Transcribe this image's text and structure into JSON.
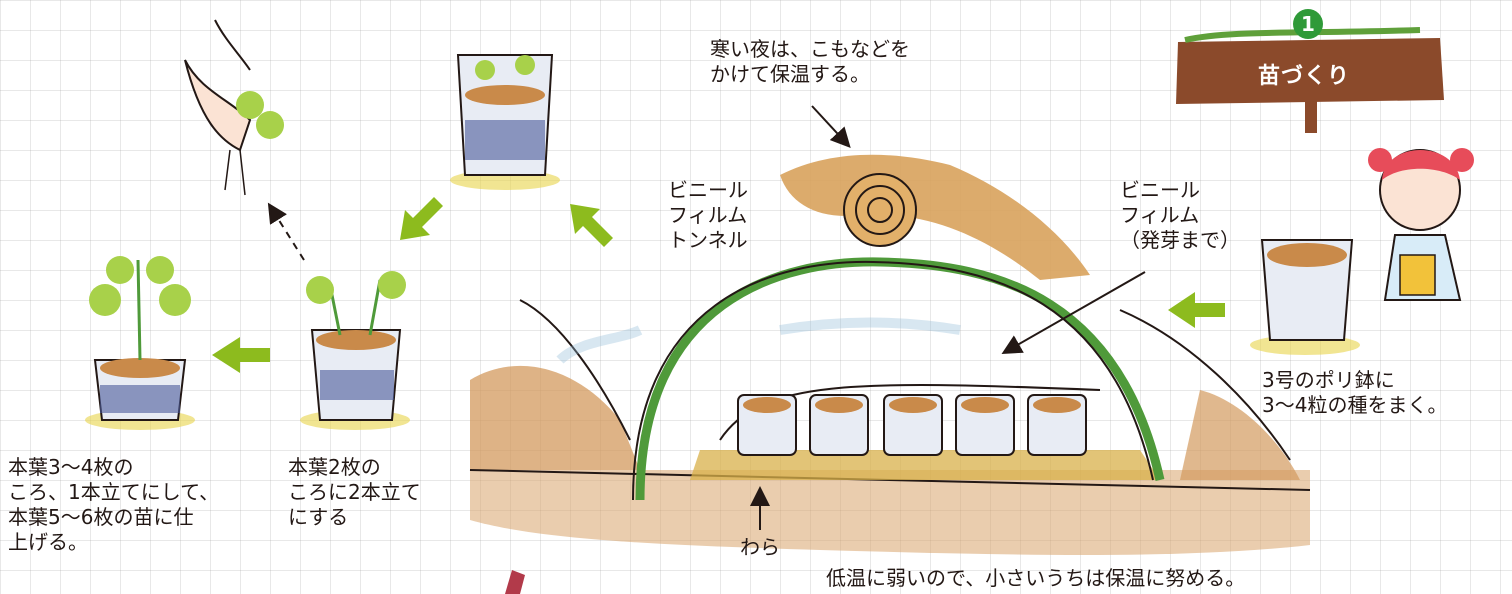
{
  "sign": {
    "number": "1",
    "title": "苗づくり"
  },
  "labels": {
    "cover_note": "寒い夜は、こもなどを\nかけて保温する。",
    "tunnel": "ビニール\nフィルム\nトンネル",
    "film": "ビニール\nフィルム\n（発芽まで）",
    "sow": "3号のポリ鉢に\n3〜4粒の種をまく。",
    "two_leaves": "本葉2枚の\nころに2本立て\nにする",
    "three_four_leaves": "本葉3〜4枚の\nころ、1本立てにして、\n本葉5〜6枚の苗に仕\n上げる。",
    "straw": "わら",
    "bottom_note": "低温に弱いので、小さいうちは保温に努める。"
  },
  "colors": {
    "arrow_green": "#8dbb1e",
    "soil_brown": "#c98a4a",
    "sign_wood": "#8b4a2b",
    "tunnel_green": "#4f9a3a",
    "pot_blue": "#3c4a8a"
  }
}
